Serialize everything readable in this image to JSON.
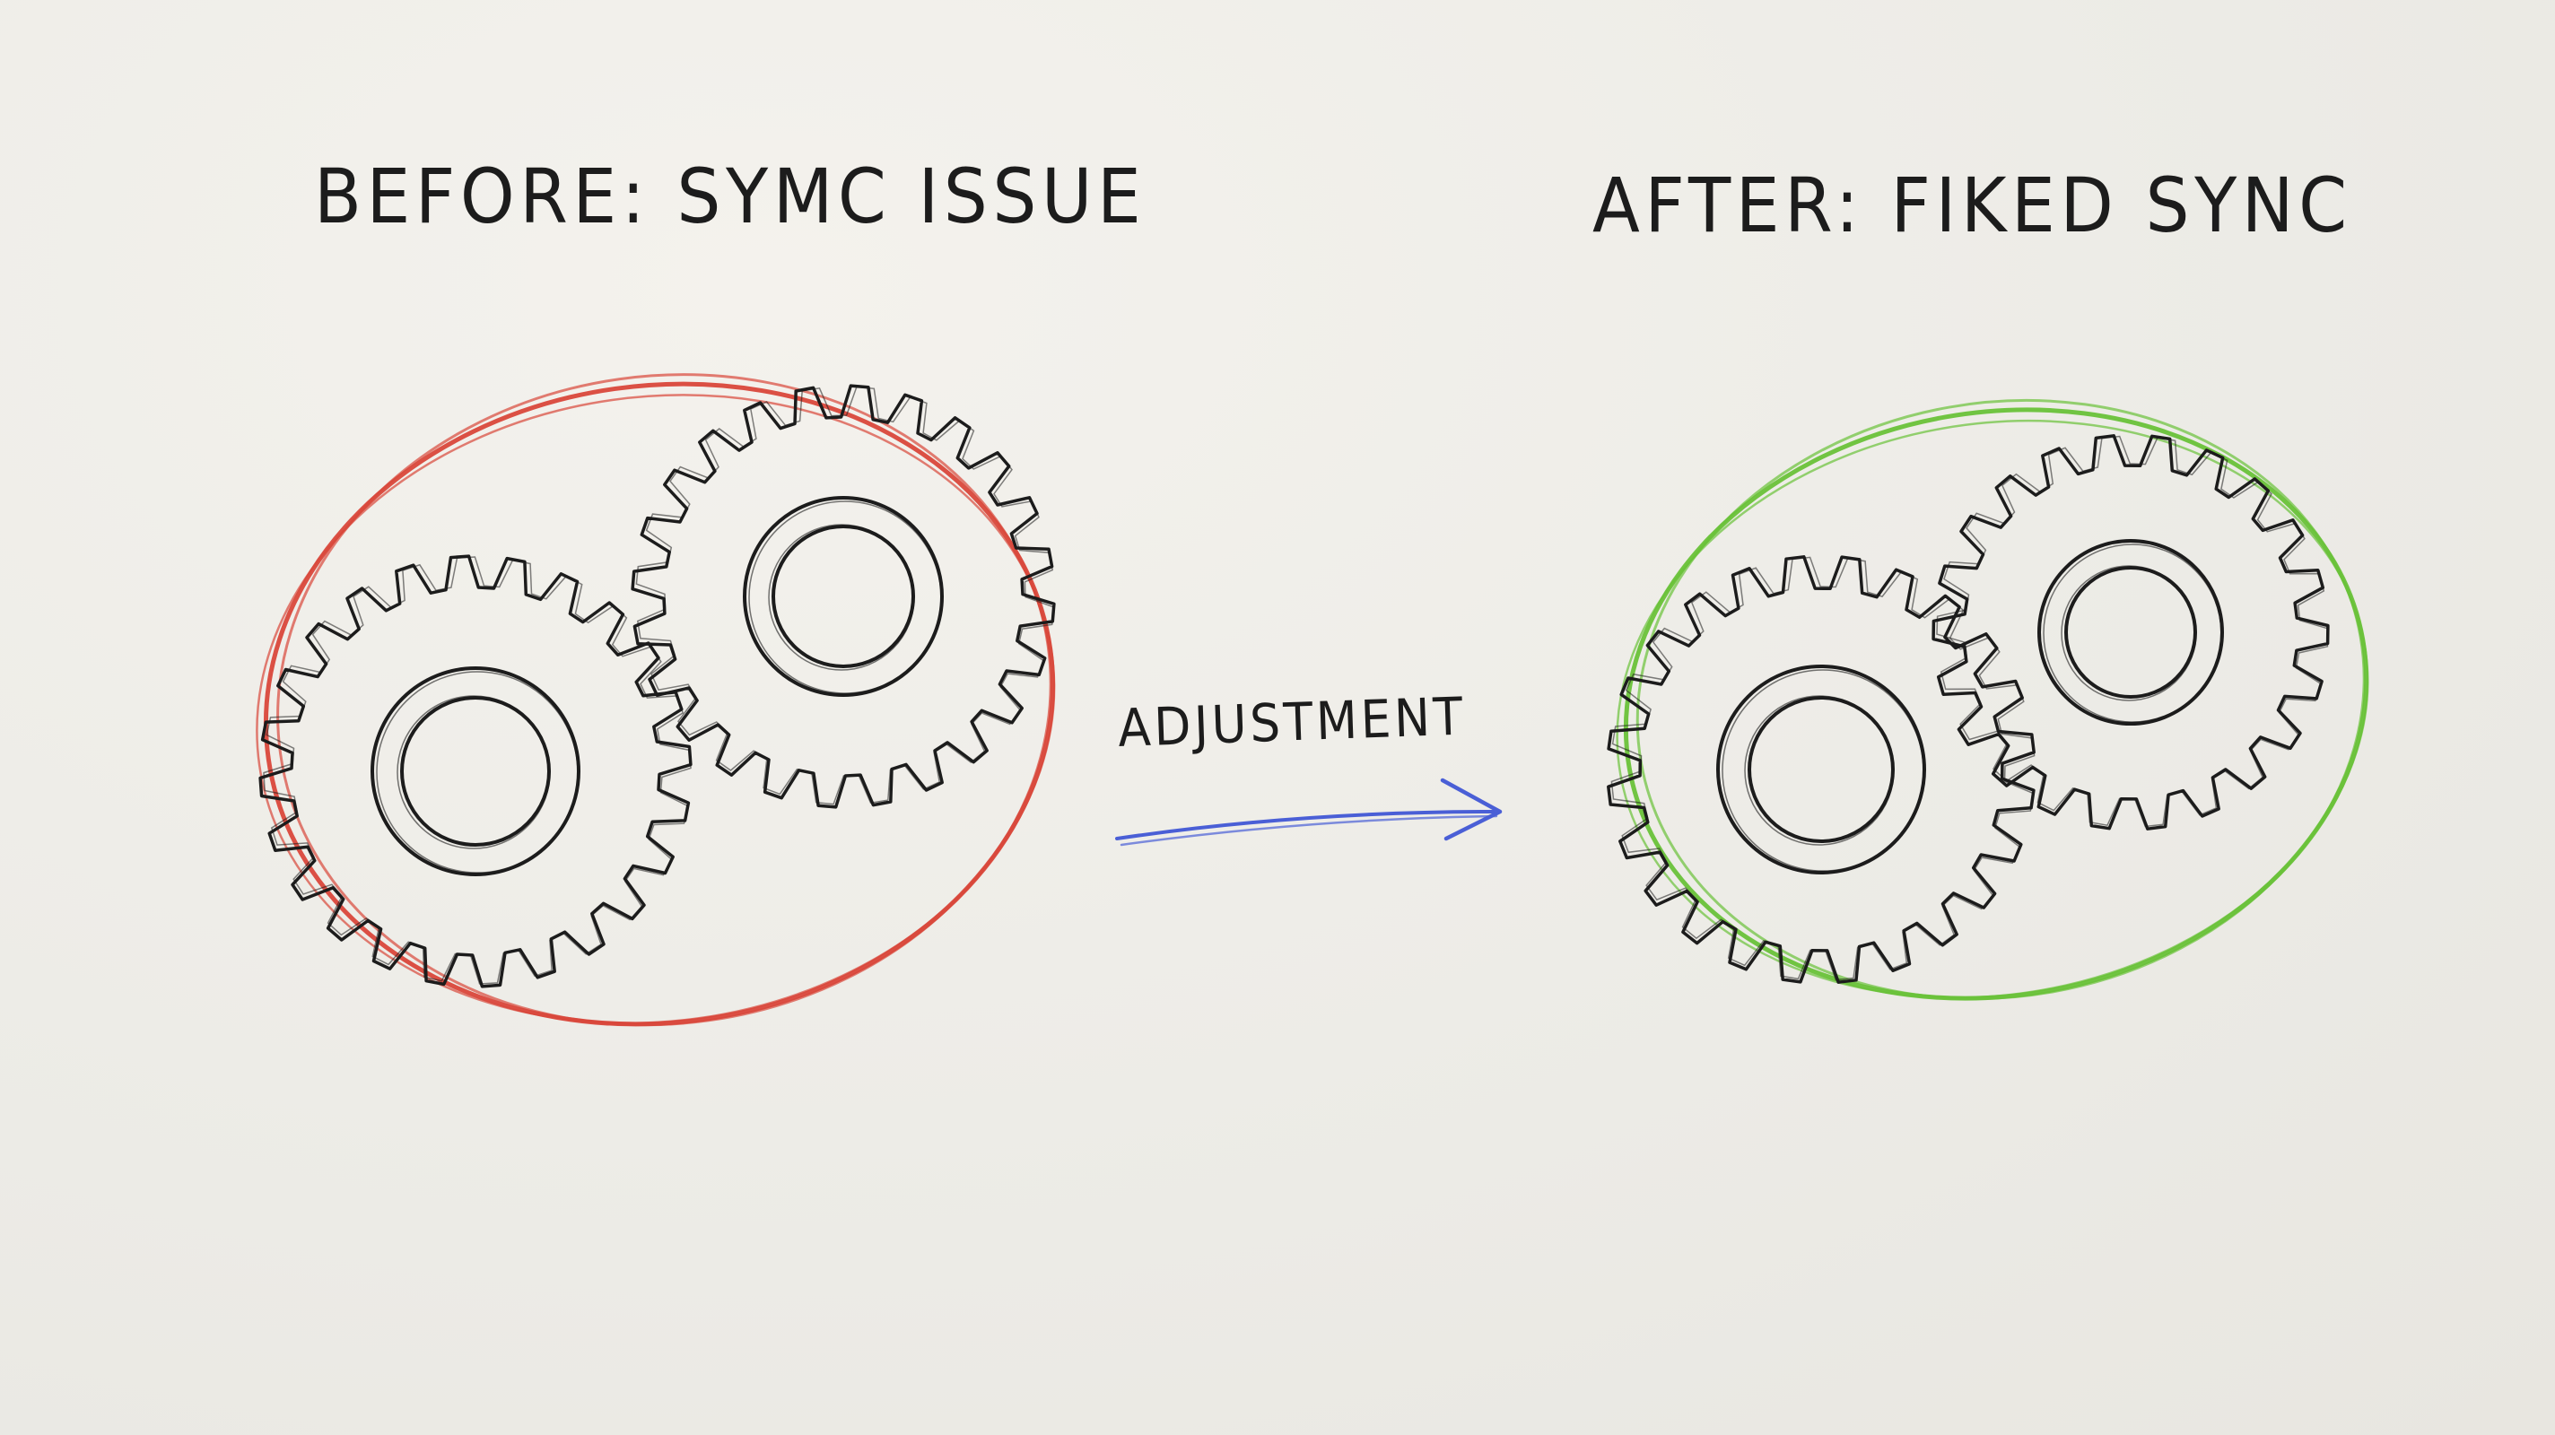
{
  "panels": {
    "before": {
      "title": "BEFORE: SYMC ISSUE",
      "outline_color": "#d9473b"
    },
    "after": {
      "title": "AFTER: FIKED SYNC",
      "outline_color": "#69c239"
    }
  },
  "transition": {
    "label": "ADJUSTMENT",
    "arrow_color": "#4a5fd6"
  },
  "ink_color": "#1c1c1c"
}
